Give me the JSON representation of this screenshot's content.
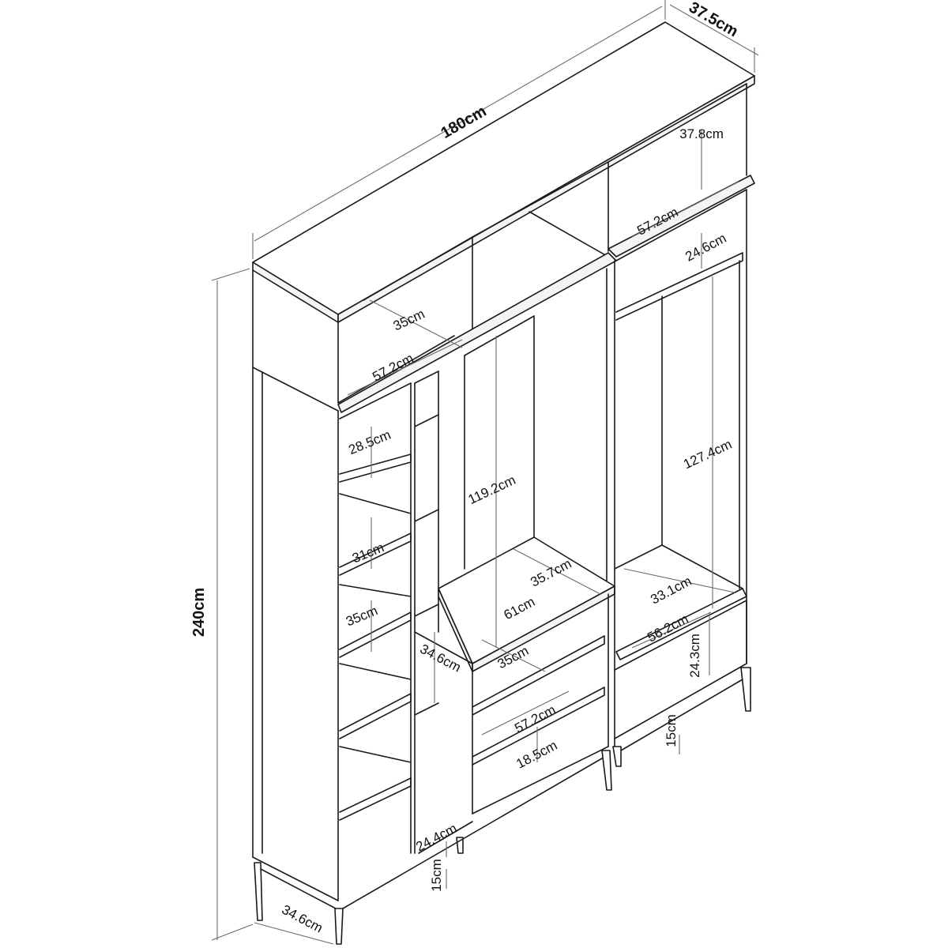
{
  "diagram": {
    "overall": {
      "width": "180cm",
      "depth": "37.5cm",
      "height": "240cm"
    },
    "measurements": {
      "top_right_height": "37.8cm",
      "top_right_width": "57.2cm",
      "right_shelf_gap": "24.6cm",
      "top_left_depth": "35cm",
      "top_left_width": "57.2cm",
      "left_shelf_1": "28.5cm",
      "left_shelf_2": "31cm",
      "left_shelf_3": "35cm",
      "center_height": "119.2cm",
      "right_hanging_height": "127.4cm",
      "center_top_depth": "35.7cm",
      "center_top_width": "61cm",
      "right_bottom_depth": "33.1cm",
      "right_bottom_width": "56.2cm",
      "right_drawer_height": "24.3cm",
      "narrow_column_height": "34.6cm",
      "center_cubby_depth": "35cm",
      "center_cubby_width": "57.2cm",
      "center_drawer_height": "18.5cm",
      "right_leg_height": "15cm",
      "bottom_gap": "24.4cm",
      "left_leg_height": "15cm",
      "left_base_depth": "34.6cm"
    }
  }
}
